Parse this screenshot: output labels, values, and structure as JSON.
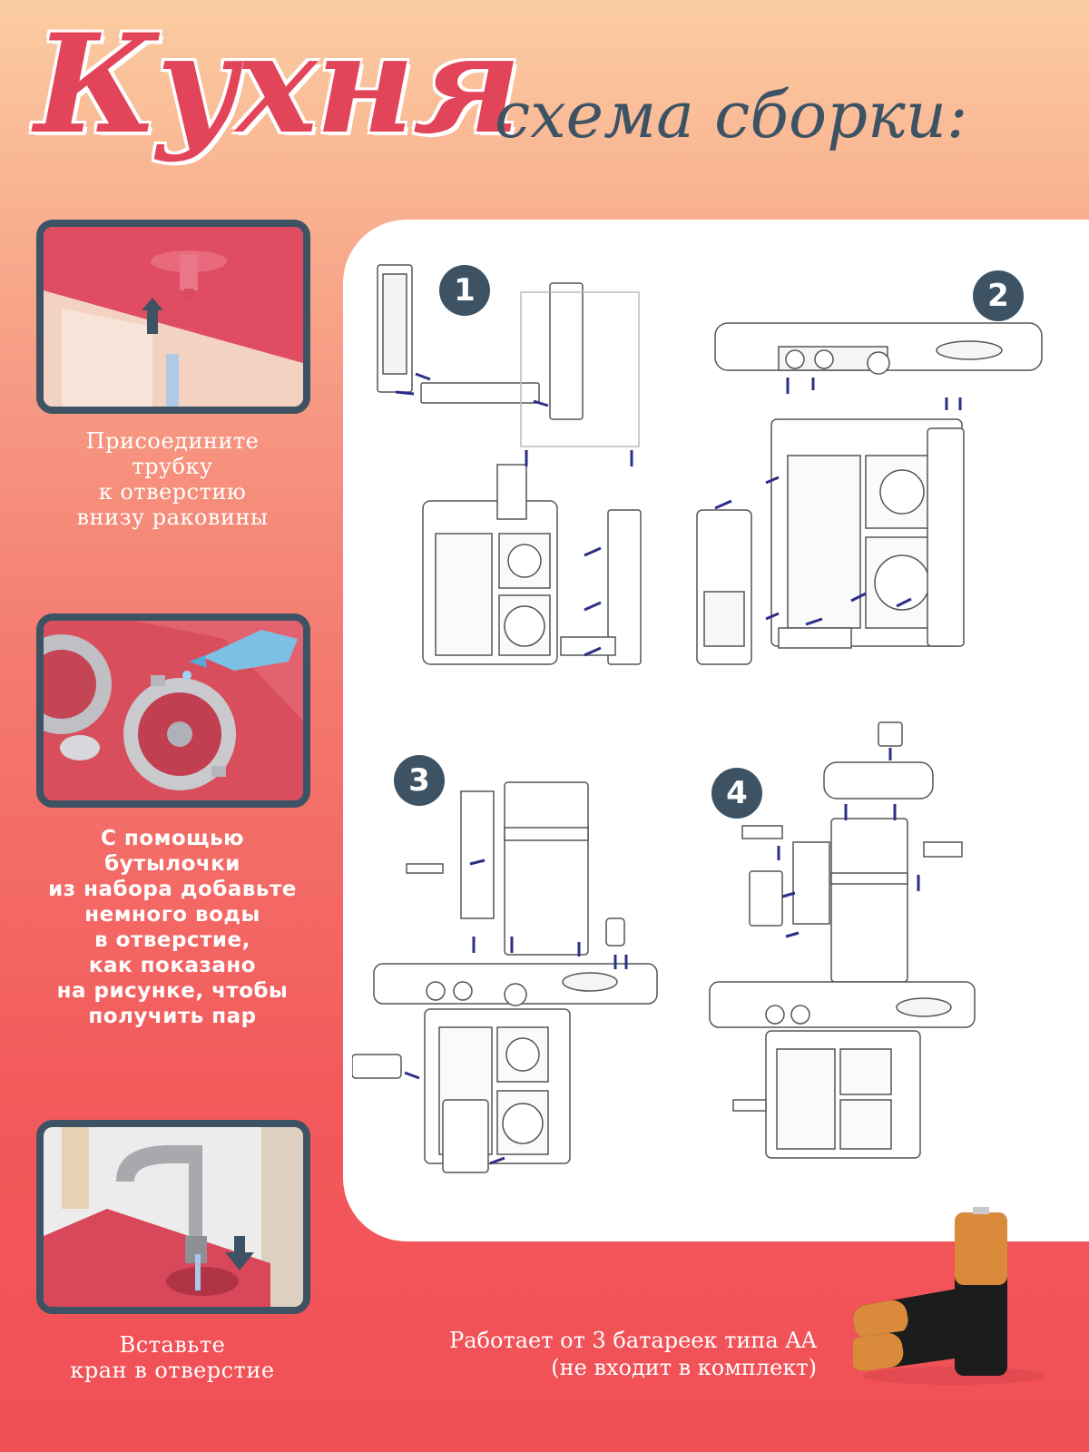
{
  "header": {
    "title": "Кухня",
    "subtitle": "схема сборки:"
  },
  "tips": [
    {
      "lines": [
        "Присоедините",
        "трубку",
        "к отверстию",
        "внизу раковины"
      ]
    },
    {
      "lines": [
        "С помощью",
        "бутылочки",
        "из набора добавьте",
        "немного воды",
        "в отверстие,",
        "как показано",
        "на рисунке, чтобы",
        "получить пар"
      ]
    },
    {
      "lines": [
        "Вставьте",
        "кран в отверстие"
      ]
    }
  ],
  "steps": [
    {
      "number": "1"
    },
    {
      "number": "2"
    },
    {
      "number": "3"
    },
    {
      "number": "4"
    }
  ],
  "battery": {
    "lines": [
      "Работает от 3 батареек типа AA",
      "(не входит в комплект)"
    ]
  },
  "colors": {
    "title": "#e2455a",
    "accent_dark": "#3d5364",
    "arrow": "#2c2f86",
    "panel": "#ffffff"
  }
}
